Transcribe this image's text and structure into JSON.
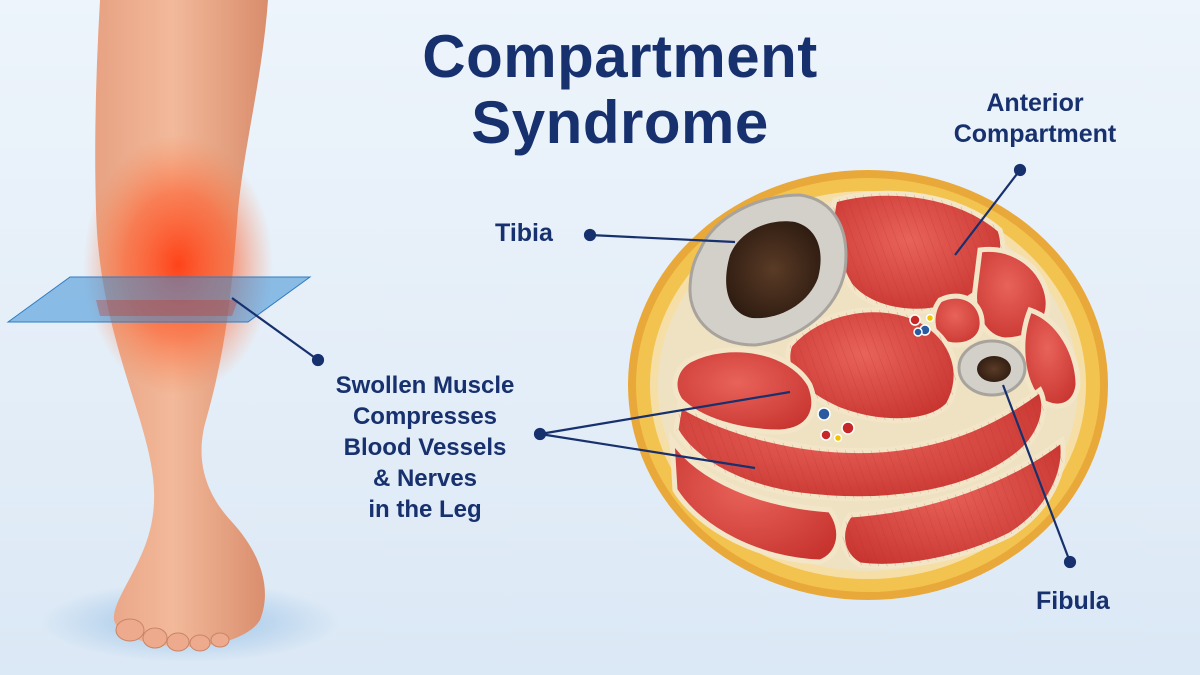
{
  "title": {
    "line1": "Compartment",
    "line2": "Syndrome"
  },
  "labels": {
    "anterior_line1": "Anterior",
    "anterior_line2": "Compartment",
    "tibia": "Tibia",
    "fibula": "Fibula",
    "swollen": [
      "Swollen Muscle",
      "Compresses",
      "Blood Vessels",
      "& Nerves",
      "in the Leg"
    ]
  },
  "colors": {
    "text": "#17306e",
    "muscle": "#d9423f",
    "fat": "#f2c552",
    "bone": "#c9c6c0",
    "inflammation": "#ff5a2a",
    "plane": "#3d8fd6"
  }
}
